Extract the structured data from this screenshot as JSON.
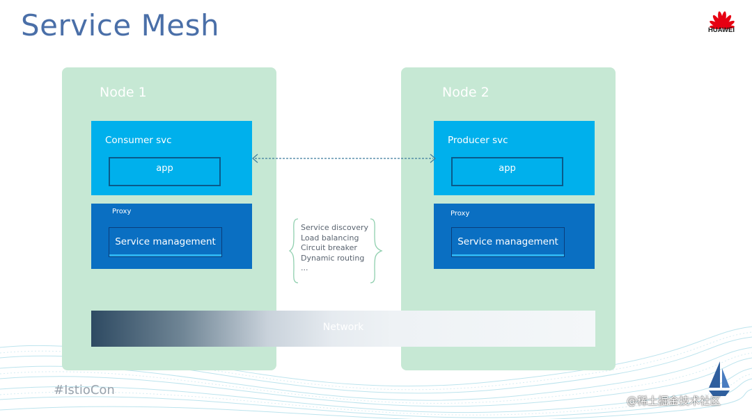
{
  "slide": {
    "title": "Service Mesh",
    "hashtag": "#IstioCon",
    "watermark": "@稀土掘金技术社区"
  },
  "logo": {
    "text": "HUAWEI",
    "icon": "huawei-petal-logo",
    "color": "#e60012"
  },
  "nodes": [
    {
      "title": "Node 1",
      "service": {
        "label": "Consumer svc",
        "app": "app"
      },
      "proxy": {
        "label": "Proxy",
        "module": "Service management"
      }
    },
    {
      "title": "Node 2",
      "service": {
        "label": "Producer svc",
        "app": "app"
      },
      "proxy": {
        "label": "Proxy",
        "module": "Service management"
      }
    }
  ],
  "network": {
    "label": "Network"
  },
  "features": {
    "items": [
      "Service discovery",
      "Load balancing",
      "Circuit breaker",
      "Dynamic routing",
      "..."
    ]
  },
  "colors": {
    "title": "#4a6fa8",
    "node_bg": "#c6e8d4",
    "svc_bg": "#00b0ec",
    "proxy_bg": "#0a6fc2",
    "arrow": "#3c7c9c"
  },
  "icons": {
    "brand_sail": "istio-sail-icon",
    "connector": "bidirectional-dashed-arrow"
  }
}
